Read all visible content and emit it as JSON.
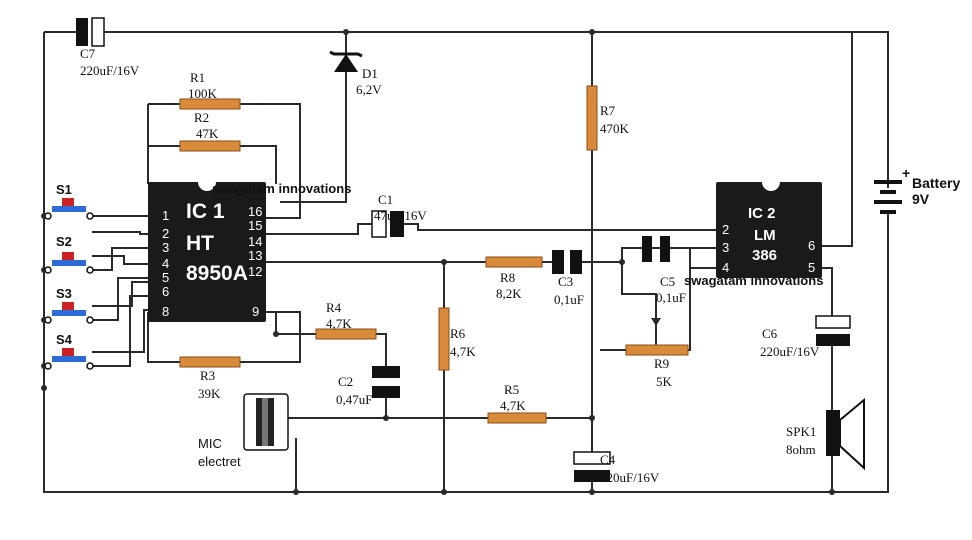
{
  "ic1": {
    "name": "IC 1",
    "line2": "HT",
    "line3": "8950A",
    "pins": {
      "p1": "1",
      "p2": "2",
      "p3": "3",
      "p4": "4",
      "p5": "5",
      "p6": "6",
      "p8": "8",
      "p9": "9",
      "p12": "12",
      "p13": "13",
      "p14": "14",
      "p15": "15",
      "p16": "16"
    }
  },
  "ic2": {
    "name": "IC 2",
    "line2": "LM",
    "line3": "386",
    "pins": {
      "p2": "2",
      "p3": "3",
      "p4": "4",
      "p5": "5",
      "p6": "6"
    }
  },
  "components": {
    "c7": {
      "ref": "C7",
      "value": "220uF/16V"
    },
    "r1": {
      "ref": "R1",
      "value": "100K"
    },
    "r2": {
      "ref": "R2",
      "value": "47K"
    },
    "d1": {
      "ref": "D1",
      "value": "6,2V"
    },
    "c1": {
      "ref": "C1",
      "value": "47uF/16V"
    },
    "r7": {
      "ref": "R7",
      "value": "470K"
    },
    "r8": {
      "ref": "R8",
      "value": "8,2K"
    },
    "c3": {
      "ref": "C3",
      "value": "0,1uF"
    },
    "c5": {
      "ref": "C5",
      "value": "0,1uF"
    },
    "r6": {
      "ref": "R6",
      "value": "4,7K"
    },
    "r4": {
      "ref": "R4",
      "value": "4,7K"
    },
    "c2": {
      "ref": "C2",
      "value": "0,47uF"
    },
    "r3": {
      "ref": "R3",
      "value": "39K"
    },
    "r5": {
      "ref": "R5",
      "value": "4,7K"
    },
    "r9": {
      "ref": "R9",
      "value": "5K"
    },
    "c4": {
      "ref": "C4",
      "value": "220uF/16V"
    },
    "c6": {
      "ref": "C6",
      "value": "220uF/16V"
    },
    "spk1": {
      "ref": "SPK1",
      "value": "8ohm"
    },
    "mic": {
      "line1": "MIC",
      "line2": "electret"
    },
    "battery": {
      "line1": "Battery",
      "line2": "9V",
      "plus": "+"
    }
  },
  "switches": {
    "s1": "S1",
    "s2": "S2",
    "s3": "S3",
    "s4": "S4"
  },
  "watermarks": {
    "w1": "swagatam innovations",
    "w2": "swagatam innovations"
  },
  "colors": {
    "wire": "#2a2a2a",
    "resistor": "#d98a3a",
    "ic_body": "#1a1a1a",
    "switch_button": "#cc2222",
    "switch_base": "#2d6bd6"
  }
}
